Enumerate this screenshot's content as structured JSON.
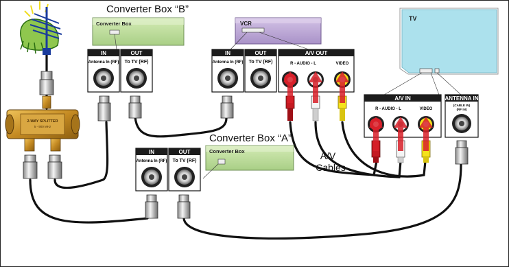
{
  "labels": {
    "converter_b_title": "Converter Box “B”",
    "converter_a_title": "Converter Box “A”",
    "av_cables_line1": "A/V",
    "av_cables_line2": "Cables"
  },
  "devices": {
    "converter_b": "Converter Box",
    "converter_a": "Converter Box",
    "vcr": "VCR",
    "tv": "TV",
    "splitter": [
      "2-WAY SPLITTER",
      "5 - 900 MHz"
    ]
  },
  "plates": {
    "in_header": "IN",
    "out_header": "OUT",
    "antenna_in_rf": "Antenna In (RF)",
    "to_tv_rf": "To TV (RF)",
    "av_out": "A/V OUT",
    "av_in": "A/V IN",
    "audio_label": "R  -  AUDIO  -  L",
    "video_label": "VIDEO",
    "antenna_in": "ANTENNA IN",
    "antenna_in_sub1": "(CABLE IN)",
    "antenna_in_sub2": "(RF IN)"
  },
  "colors": {
    "box_green": "#c7e2a6",
    "vcr_purple": "#c6b2dc",
    "tv_blue": "#aee2ee",
    "plate_dark": "#1c1c1c",
    "rca_red": "#d8202a",
    "rca_white": "#f2f2f2",
    "rca_yellow": "#f5e21a",
    "splitter_gold": "#c8962e",
    "cable": "#111111"
  },
  "icons": [
    "antenna-icon",
    "splitter-icon",
    "coax-plug-icon",
    "rca-plug-icon",
    "arrow-up-icon"
  ]
}
